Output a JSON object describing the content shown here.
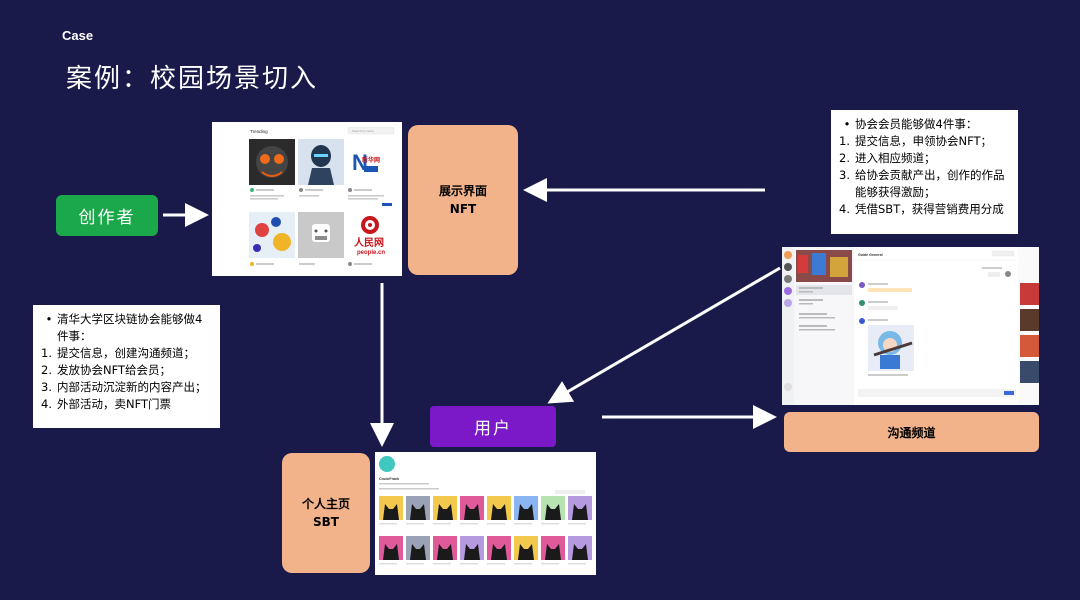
{
  "header": {
    "case_label": "Case",
    "title": "案例：校园场景切入"
  },
  "boxes": {
    "creator": "创作者",
    "nft_line1": "展示界面",
    "nft_line2": "NFT",
    "user": "用户",
    "sbt_line1": "个人主页",
    "sbt_line2": "SBT",
    "channel": "沟通频道"
  },
  "note_right": {
    "intro": "协会会员能够做4件事：",
    "items": [
      {
        "num": "1.",
        "text": "提交信息，申领协会NFT；"
      },
      {
        "num": "2.",
        "text": "进入相应频道；"
      },
      {
        "num": "3.",
        "text": "给协会贡献产出，创作的作品能够获得激励；"
      },
      {
        "num": "4.",
        "text": "凭借SBT，获得营销费用分成"
      }
    ]
  },
  "note_left": {
    "intro": "清华大学区块链协会能够做4件事：",
    "items": [
      {
        "num": "1.",
        "text": "提交信息，创建沟通频道；"
      },
      {
        "num": "2.",
        "text": "发放协会NFT给会员；"
      },
      {
        "num": "3.",
        "text": "内部活动沉淀新的内容产出；"
      },
      {
        "num": "4.",
        "text": "外部活动，卖NFT门票"
      }
    ]
  },
  "screens": {
    "trending": {
      "title": "Trending",
      "search_placeholder": "Search by name",
      "logo_xinhua": "新华网",
      "logo_people": "人民网",
      "logo_people_url": "people.cn"
    },
    "chat": {
      "channel_name": "Guide General"
    },
    "profile": {
      "name": "CrudeFrank"
    }
  },
  "colors": {
    "background": "#1a1a4a",
    "creator_box": "#1aa84a",
    "user_box": "#7b18c8",
    "peach_box": "#f2b38a"
  }
}
